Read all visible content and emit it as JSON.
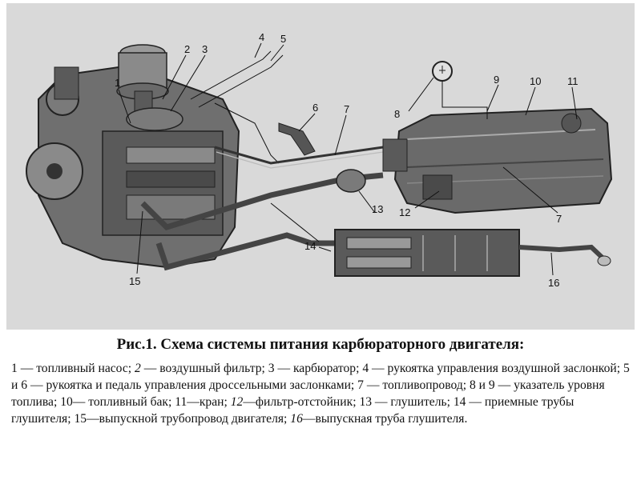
{
  "figure": {
    "labels": [
      "1",
      "2",
      "3",
      "4",
      "5",
      "6",
      "7",
      "8",
      "9",
      "10",
      "11",
      "12",
      "13",
      "14",
      "15",
      "16",
      "7"
    ]
  },
  "caption": {
    "title": "Рис.1. Схема системы питания карбюраторного двигателя:",
    "legend": [
      {
        "num": "1",
        "num_italic": false,
        "text": " — топливный насос; "
      },
      {
        "num": "2",
        "num_italic": true,
        "text": " — воздушный фильтр; "
      },
      {
        "num": "3",
        "num_italic": false,
        "text": " — карбюратор; "
      },
      {
        "num": "4",
        "num_italic": false,
        "text": " — рукоятка управления воздушной заслонкой; "
      },
      {
        "num": "5 и 6",
        "num_italic": false,
        "text": " — рукоятка и педаль управления дроссельными заслонками; "
      },
      {
        "num": "7",
        "num_italic": false,
        "text": " — топливопровод; "
      },
      {
        "num": "8 и 9",
        "num_italic": false,
        "text": " — указатель уровня топлива; "
      },
      {
        "num": "10",
        "num_italic": false,
        "text": "— топливный бак; "
      },
      {
        "num": "11",
        "num_italic": false,
        "text": "—кран; "
      },
      {
        "num": "12",
        "num_italic": true,
        "text": "—фильтр-отстойник; "
      },
      {
        "num": "13",
        "num_italic": false,
        "text": " — глушитель; "
      },
      {
        "num": "14",
        "num_italic": false,
        "text": " — приемные трубы глушителя; "
      },
      {
        "num": "15",
        "num_italic": false,
        "text": "—выпускной трубопровод двигателя; "
      },
      {
        "num": "16",
        "num_italic": true,
        "text": "—выпускная труба глушителя."
      }
    ]
  }
}
